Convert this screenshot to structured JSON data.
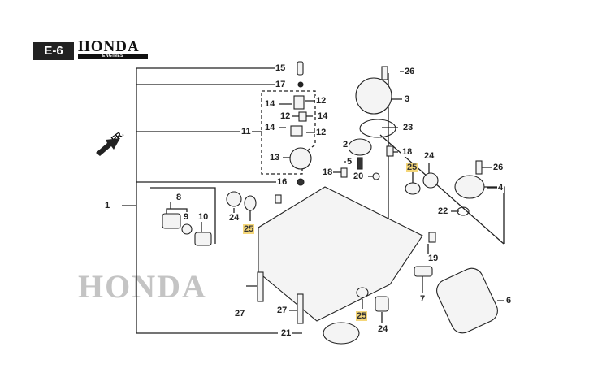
{
  "header": {
    "section_code": "E-6",
    "brand": "HONDA",
    "brand_sub": "ENGINES"
  },
  "watermark": "HONDA",
  "direction_label": "FR.",
  "colors": {
    "highlight": "#f5d77a",
    "line": "#222222",
    "badge_bg": "#222222"
  },
  "callouts": {
    "c15": "15",
    "c17": "17",
    "c11": "11",
    "c16": "16",
    "c1": "1",
    "c14a": "14",
    "c12a": "12",
    "c12b": "12",
    "c14b": "14",
    "c14c": "14",
    "c12c": "12",
    "c13": "13",
    "c26a": "26",
    "c3": "3",
    "c23": "23",
    "c2": "2",
    "c18a": "18",
    "c5": "5",
    "c18b": "18",
    "c20": "20",
    "c24a": "24",
    "c25a": "25",
    "c26b": "26",
    "c4": "4",
    "c22": "22",
    "c19": "19",
    "c8": "8",
    "c9": "9",
    "c10": "10",
    "c24b": "24",
    "c25b": "25",
    "c27a": "27",
    "c27b": "27",
    "c21": "21",
    "c25c": "25",
    "c24c": "24",
    "c7": "7",
    "c6": "6"
  }
}
